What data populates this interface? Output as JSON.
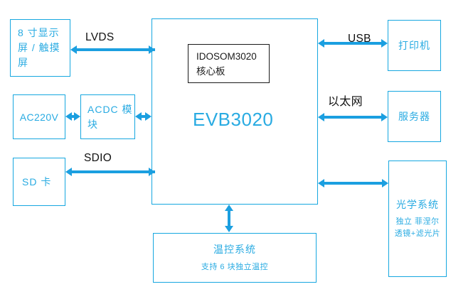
{
  "diagram": {
    "title": "EVB3020 system block diagram",
    "colors": {
      "accent": "#29abe2",
      "arrow": "#1b9fe0",
      "box_border": "#16a7e0",
      "core_border": "#1a1a1a",
      "label_text": "#111111",
      "background": "#ffffff"
    },
    "main_block": {
      "title": "EVB3020",
      "core_module": {
        "line1": "IDOSOM3020",
        "line2": "核心板"
      }
    },
    "nodes": [
      {
        "id": "display",
        "lines": [
          "8 寸显示",
          "屏 / 触摸",
          "屏"
        ]
      },
      {
        "id": "ac220v",
        "lines": [
          "AC220V"
        ]
      },
      {
        "id": "acdc",
        "lines": [
          "ACDC 模",
          "块"
        ]
      },
      {
        "id": "sdcard",
        "lines": [
          "SD 卡"
        ]
      },
      {
        "id": "printer",
        "lines": [
          "打印机"
        ]
      },
      {
        "id": "server",
        "lines": [
          "服务器"
        ]
      },
      {
        "id": "optical",
        "lines": [
          "光学系统"
        ],
        "sub_lines": [
          "独立 菲涅尔",
          "透镜+滤光片"
        ]
      },
      {
        "id": "thermal",
        "lines": [
          "温控系统"
        ],
        "sub_lines": [
          "支持 6 块独立温控"
        ]
      }
    ],
    "connections": [
      {
        "id": "lvds",
        "label": "LVDS"
      },
      {
        "id": "sdio",
        "label": "SDIO"
      },
      {
        "id": "usb",
        "label": "USB"
      },
      {
        "id": "ethernet",
        "label": "以太网"
      },
      {
        "id": "power",
        "label": ""
      },
      {
        "id": "optical-link",
        "label": ""
      },
      {
        "id": "thermal-link",
        "label": ""
      }
    ]
  }
}
